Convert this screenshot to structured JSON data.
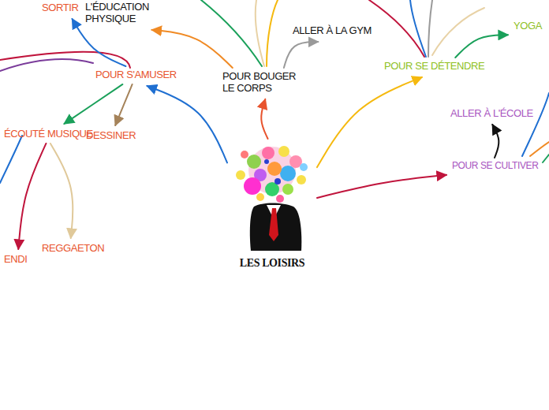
{
  "diagram": {
    "nodes": [
      {
        "text": [
          "LES LOISIRS"
        ]
      },
      {
        "text": [
          "POUR S'AMUSER"
        ]
      },
      {
        "text": [
          "POUR BOUGER LE CORPS"
        ]
      },
      {
        "text": [
          "POUR SE DÉTENDRE"
        ]
      },
      {
        "text": [
          "POUR SE CULTIVER"
        ]
      },
      {
        "text": [
          "SORTIR"
        ]
      },
      {
        "text": [
          "L'ÉDUCATION PHYSIQUE"
        ]
      },
      {
        "text": [
          "ALLER À LA GYM"
        ]
      },
      {
        "text": [
          "YOGA"
        ]
      },
      {
        "text": [
          "ALLER À L'ÉCOLE"
        ]
      },
      {
        "text": [
          "DESSINER"
        ]
      },
      {
        "text": [
          "ÉCOUTÉ MUSIQUE"
        ]
      },
      {
        "text": [
          "REGGAETON"
        ]
      },
      {
        "text": [
          "ENDI"
        ]
      }
    ],
    "edges": [
      {
        "from": 0,
        "to": 1,
        "arrow": "to"
      },
      {
        "from": 0,
        "to": 2,
        "arrow": "to"
      },
      {
        "from": 0,
        "to": 3,
        "arrow": "to"
      },
      {
        "from": 0,
        "to": 4,
        "arrow": "to"
      },
      {
        "from": 1,
        "to": 5,
        "arrow": "to"
      },
      {
        "from": 1,
        "to": 10,
        "arrow": "to"
      },
      {
        "from": 1,
        "to": 11,
        "arrow": "to"
      },
      {
        "from": 11,
        "to": 12,
        "arrow": "to"
      },
      {
        "from": 11,
        "to": 13,
        "arrow": "to"
      },
      {
        "from": 2,
        "to": 6,
        "arrow": "to"
      },
      {
        "from": 2,
        "to": 7,
        "arrow": "to"
      },
      {
        "from": 3,
        "to": 8,
        "arrow": "to"
      },
      {
        "from": 4,
        "to": 9,
        "arrow": "to"
      }
    ]
  }
}
